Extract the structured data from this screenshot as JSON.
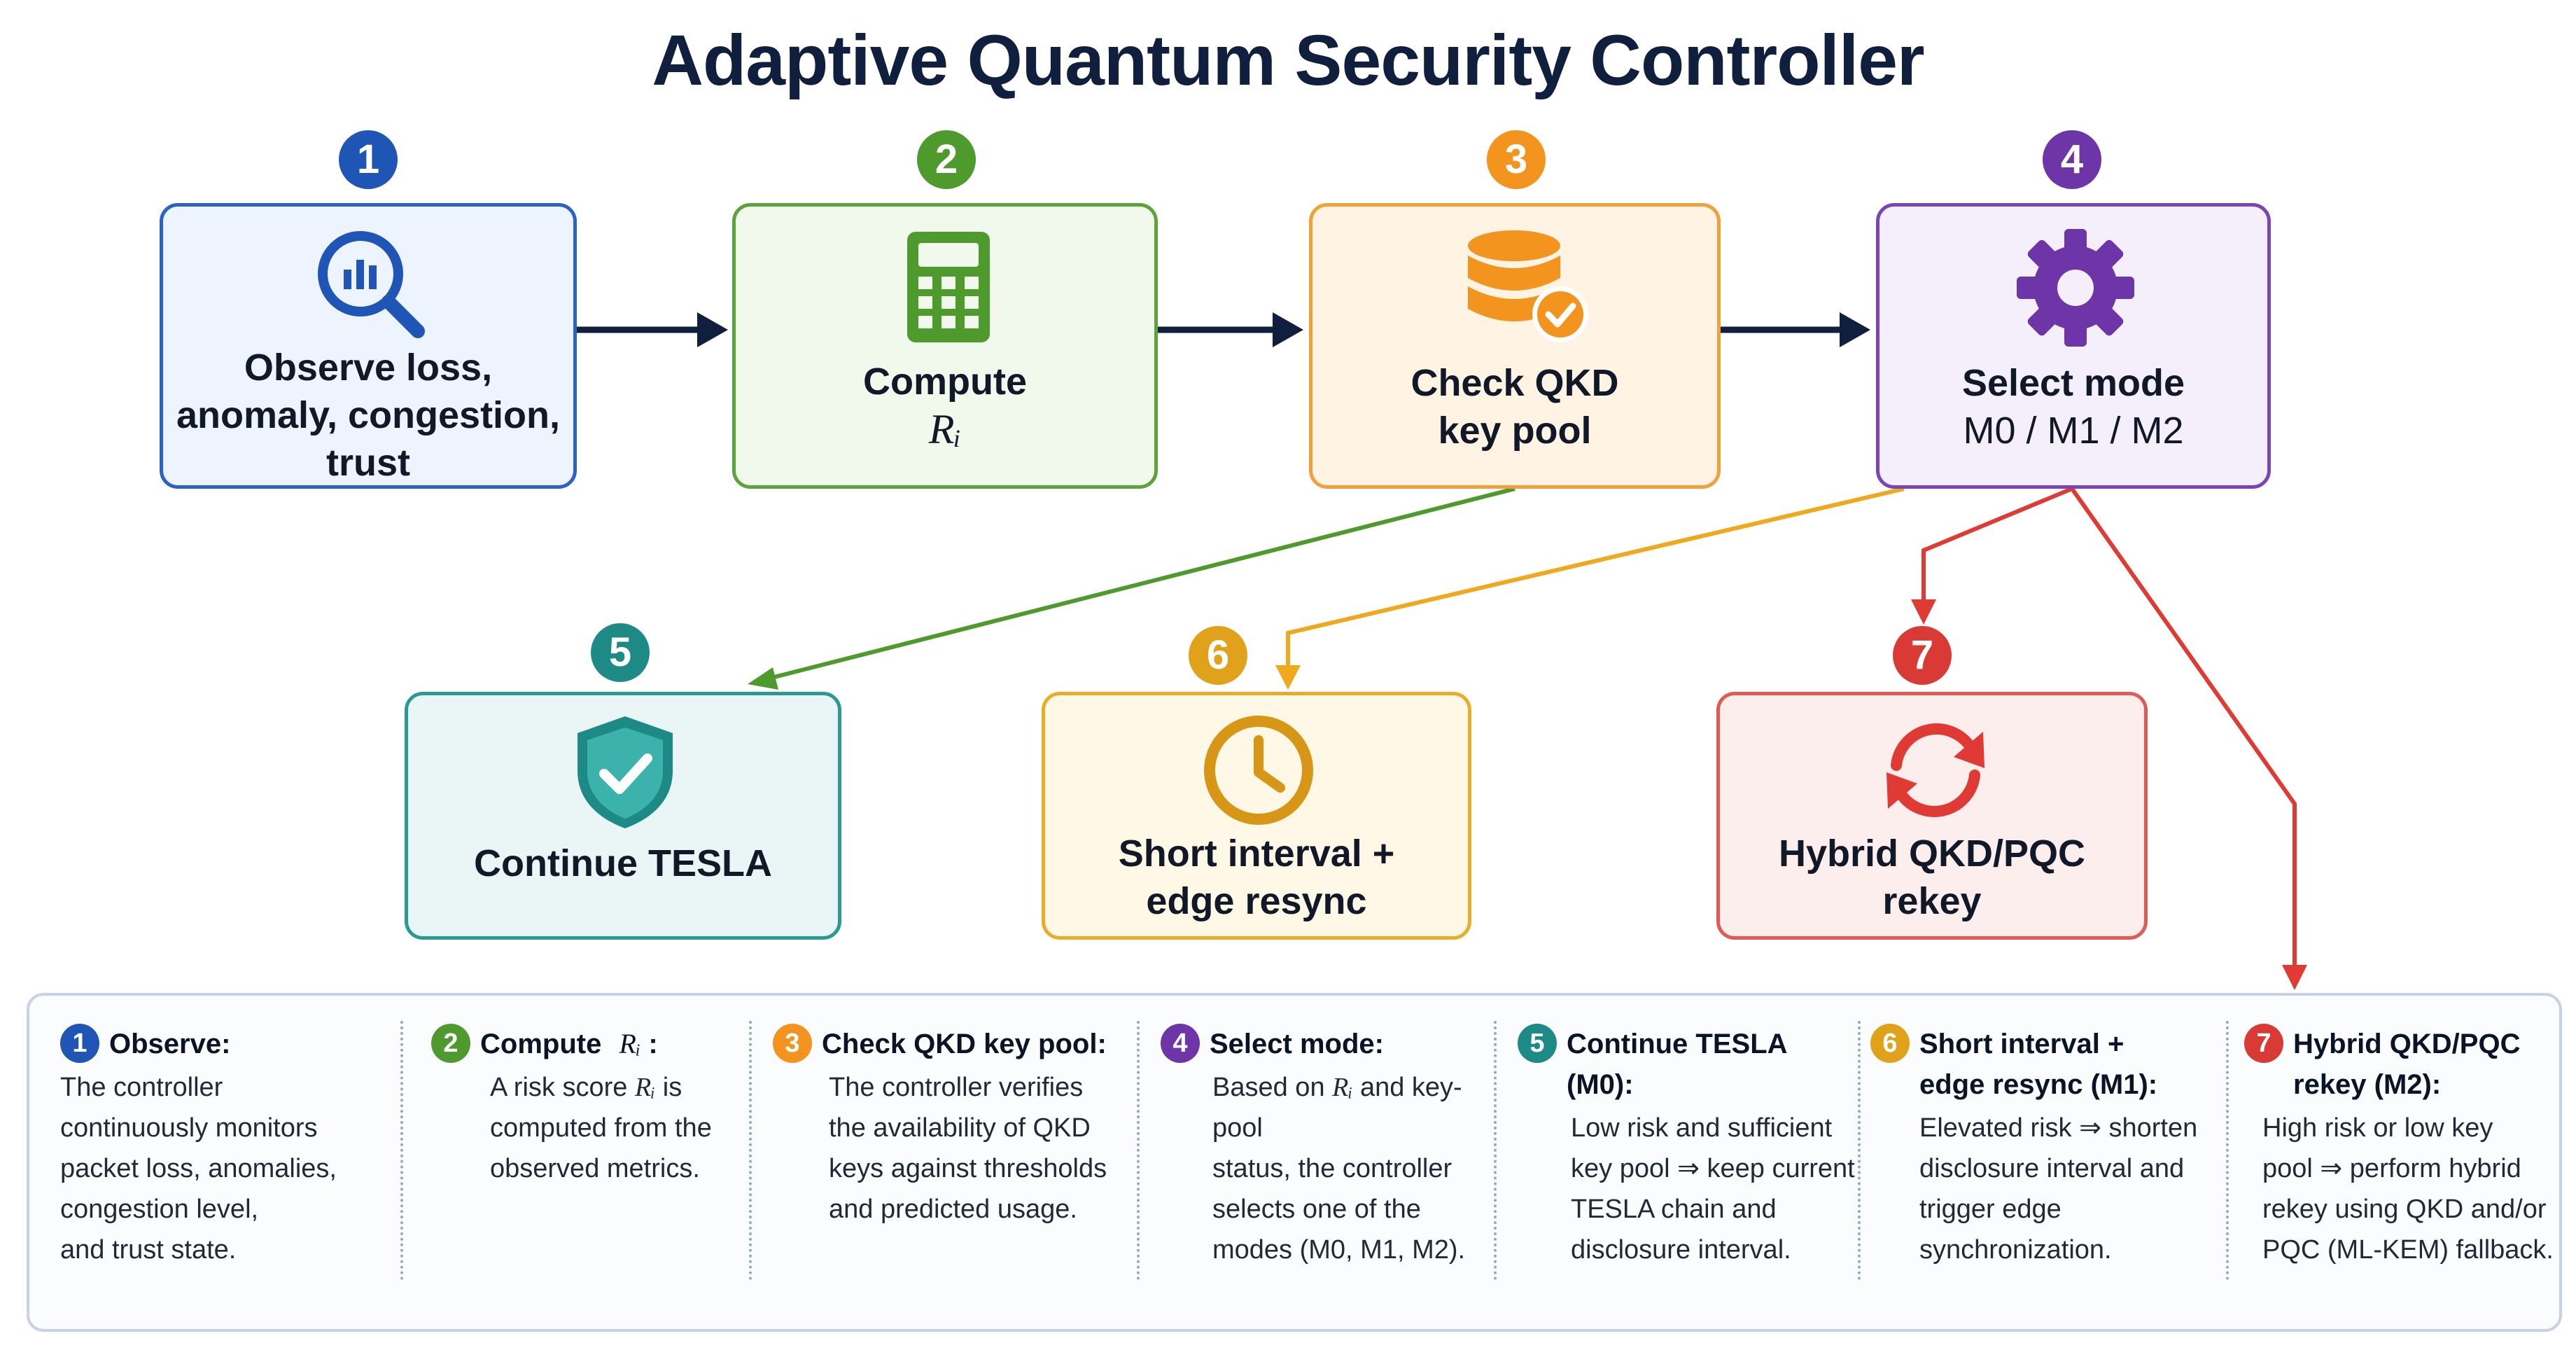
{
  "title": "Adaptive Quantum Security Controller",
  "colors": {
    "blue": "#1f56b5",
    "green": "#4e9a2d",
    "orange": "#f2941d",
    "purple": "#6d35a8",
    "teal": "#1e8a86",
    "amber": "#e0a21a",
    "red": "#d93a35",
    "arrow_dark": "#0f1f3d"
  },
  "steps": [
    {
      "num": "1",
      "icon": "magnifier-chart-icon",
      "label_lines": [
        "Observe loss,",
        "anomaly, congestion,",
        "trust"
      ]
    },
    {
      "num": "2",
      "icon": "calculator-icon",
      "label": "Compute",
      "sub": "Rᵢ"
    },
    {
      "num": "3",
      "icon": "database-check-icon",
      "label_lines": [
        "Check QKD",
        "key pool"
      ]
    },
    {
      "num": "4",
      "icon": "gear-icon",
      "label_lines": [
        "Select mode",
        "M0 / M1 / M2"
      ]
    },
    {
      "num": "5",
      "icon": "shield-check-icon",
      "label_lines": [
        "Continue TESLA"
      ]
    },
    {
      "num": "6",
      "icon": "clock-icon",
      "label_lines": [
        "Short interval +",
        "edge resync"
      ]
    },
    {
      "num": "7",
      "icon": "refresh-icon",
      "label_lines": [
        "Hybrid QKD/PQC",
        "rekey"
      ]
    }
  ],
  "details": [
    {
      "num": "1",
      "head": "Observe:",
      "body": [
        "The controller",
        "continuously monitors",
        "packet loss, anomalies,",
        "congestion level,",
        "and trust state."
      ]
    },
    {
      "num": "2",
      "head": "Compute",
      "head_sub": "Rᵢ",
      "head_tail": ":",
      "body_pre": "A risk score",
      "body_var": "Rᵢ",
      "body_post": "is",
      "body": [
        "computed from the",
        "observed metrics."
      ]
    },
    {
      "num": "3",
      "head": "Check QKD key pool:",
      "body": [
        "The controller verifies",
        "the availability of QKD",
        "keys against thresholds",
        "and predicted usage."
      ]
    },
    {
      "num": "4",
      "head": "Select mode:",
      "body_pre": "Based on",
      "body_var": "Rᵢ",
      "body_post": "and key-pool",
      "body": [
        "status, the controller",
        "selects one of the",
        "modes (M0, M1, M2)."
      ]
    },
    {
      "num": "5",
      "head": "Continue TESLA (M0):",
      "body": [
        "Low risk and sufficient",
        "key pool ⇒ keep current",
        "TESLA chain and",
        "disclosure interval."
      ]
    },
    {
      "num": "6",
      "head_lines": [
        "Short interval +",
        "edge resync (M1):"
      ],
      "body": [
        "Elevated risk ⇒ shorten",
        "disclosure interval and",
        "trigger edge",
        "synchronization."
      ]
    },
    {
      "num": "7",
      "head_lines": [
        "Hybrid QKD/PQC",
        "rekey (M2):"
      ],
      "body": [
        "High risk or low key",
        "pool ⇒ perform hybrid",
        "rekey using QKD and/or",
        "PQC (ML-KEM) fallback."
      ]
    }
  ]
}
